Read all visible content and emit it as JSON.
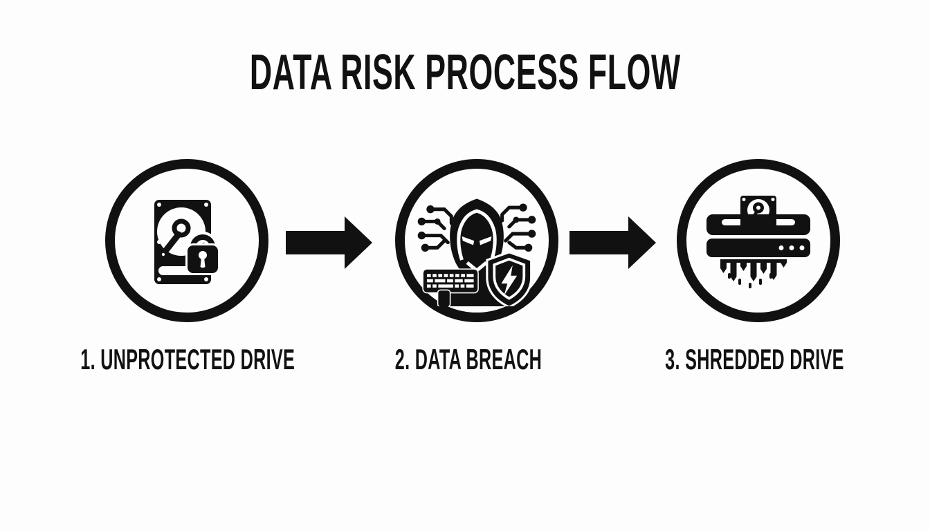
{
  "title": "DATA RISK PROCESS FLOW",
  "colors": {
    "ink": "#111111",
    "background": "#fdfdfd"
  },
  "flow": {
    "connector": "arrow-right",
    "steps": [
      {
        "number": "1",
        "label": "1. UNPROTECTED DRIVE",
        "icon": "hard-drive-lock-icon"
      },
      {
        "number": "2",
        "label": "2. DATA BREACH",
        "icon": "hacker-breach-icon"
      },
      {
        "number": "3",
        "label": "3. SHREDDED DRIVE",
        "icon": "shredded-drive-icon"
      }
    ]
  }
}
